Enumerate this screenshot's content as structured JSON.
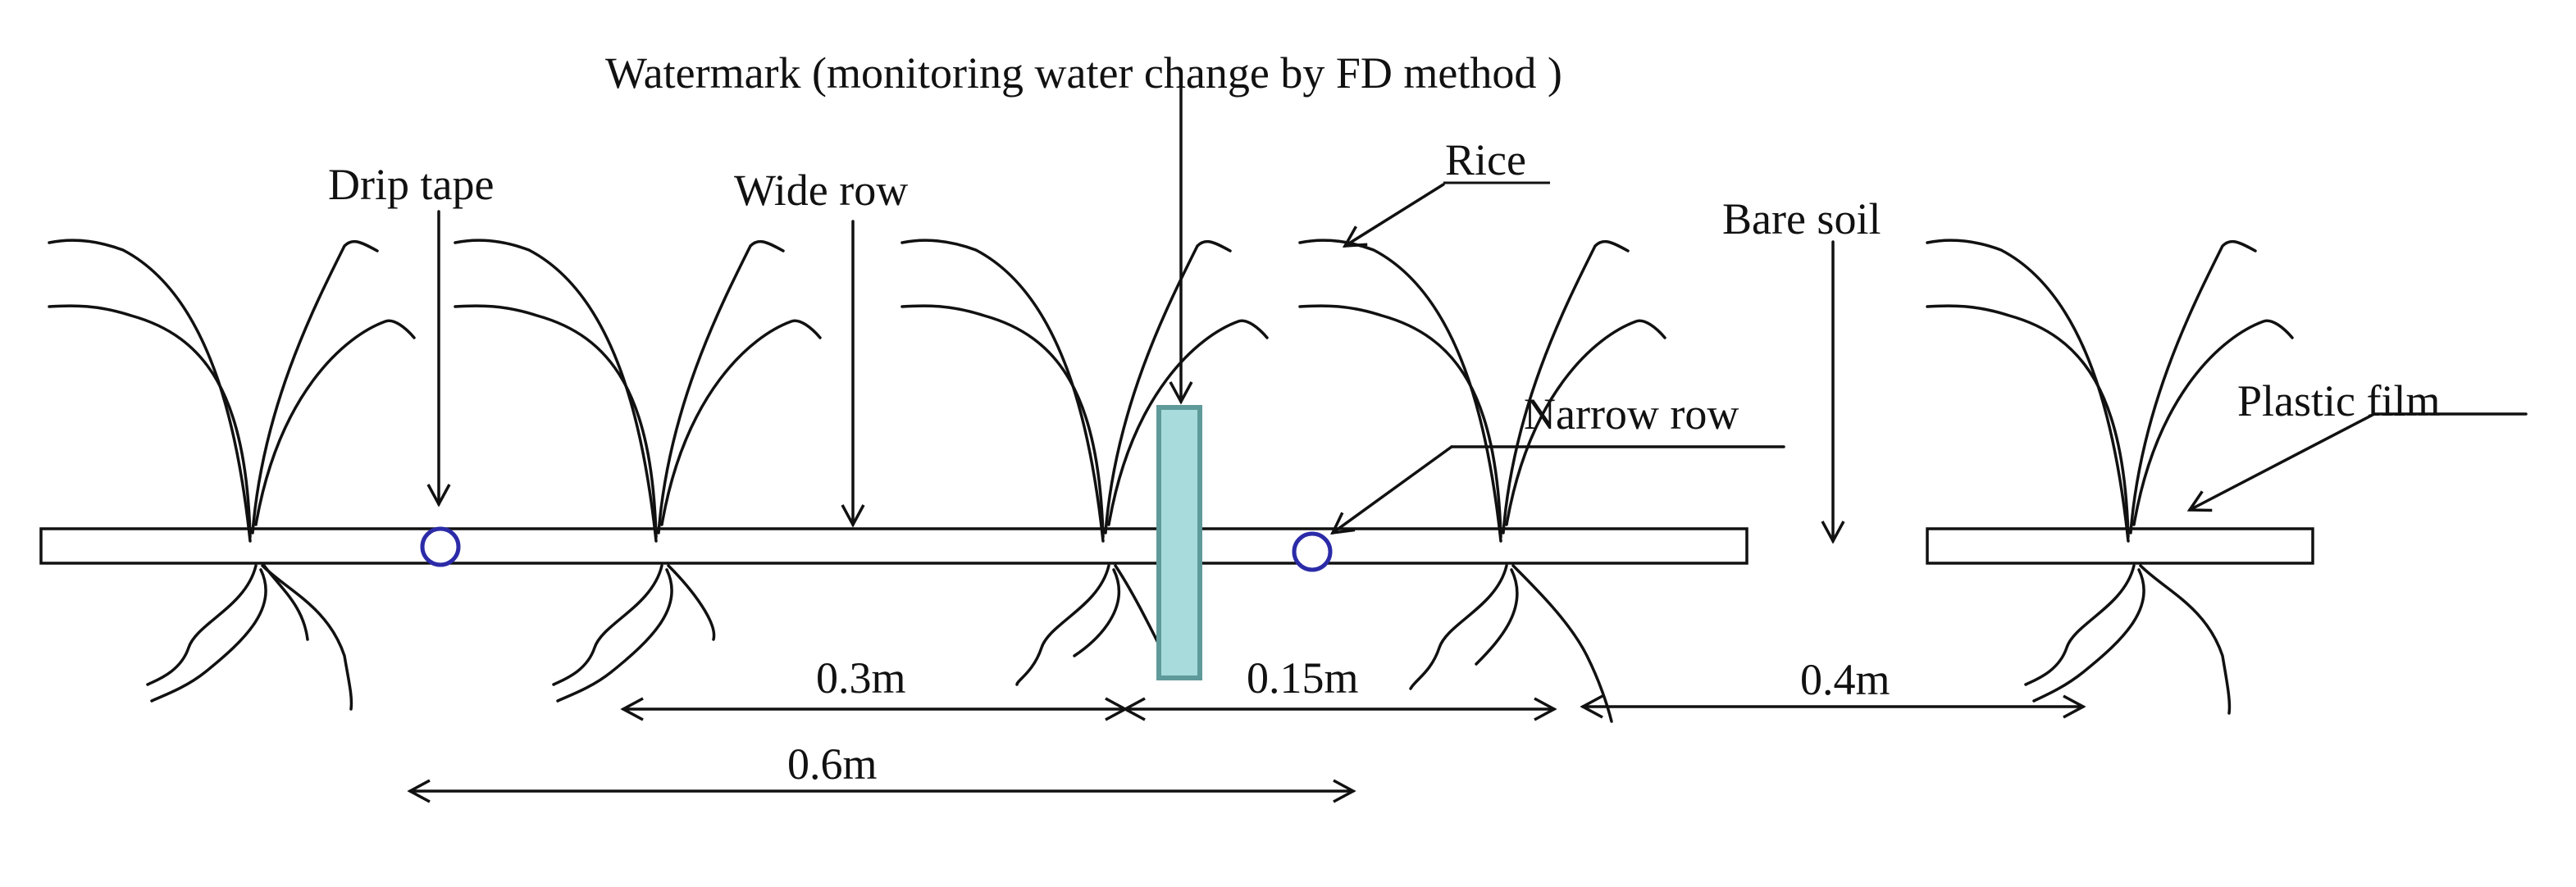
{
  "diagram": {
    "labels": {
      "watermark": "Watermark (monitoring water change by FD method )",
      "drip_tape": "Drip tape",
      "wide_row": "Wide row",
      "rice": "Rice",
      "bare_soil": "Bare soil",
      "narrow_row": "Narrow row",
      "plastic_film": "Plastic film"
    },
    "dimensions": {
      "d_03": "0.3m",
      "d_015": "0.15m",
      "d_04": "0.4m",
      "d_06": "0.6m"
    },
    "colors": {
      "line": "#111111",
      "drip_tape": "#2b2ba8",
      "sensor_fill": "#a8dcdc",
      "sensor_stroke": "#5f9a9a"
    }
  }
}
